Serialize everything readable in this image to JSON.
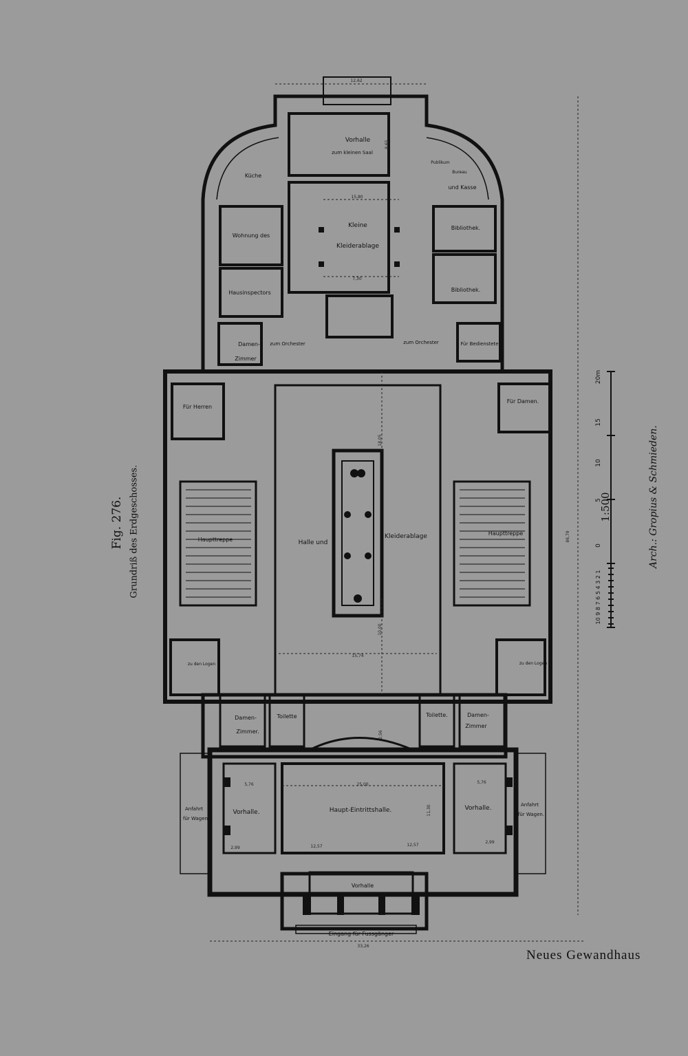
{
  "figure": {
    "label": "Fig. 276.",
    "subtitle": "Grundriß des Erdgeschosses.",
    "caption": "Neues Gewandhaus",
    "architect": "Arch.: Gropius & Schmieden.",
    "scale": "1:500",
    "scale_ticks": [
      "0",
      "5",
      "10",
      "15",
      "20m"
    ],
    "scale_small_ticks": "10 9 8 7 6 5 4 3 2 1"
  },
  "rooms": {
    "vorhalle_top": "Vorhalle",
    "vorhalle_top_sub": "zum kleinen Saal",
    "kueche": "Küche",
    "publikum": "Publikum",
    "bureau": "Bureau",
    "kasse": "und Kasse",
    "wohnung": "Wohnung des",
    "hausinspectors": "Hausinspectors",
    "kleine": "Kleine",
    "kleiderablage_top": "Kleiderablage",
    "bibliothek_1": "Bibliothek.",
    "bibliothek_2": "Bibliothek.",
    "damen_zimmer_tl": "Damen-",
    "damen_zimmer_tl_2": "Zimmer",
    "zum_orchester_l": "zum Orchester",
    "zum_orchester_r": "zum Orchester",
    "fuer_bedienstete": "Für Bedienstete",
    "fuer_herren": "Für Herren",
    "fuer_damen": "Für Damen.",
    "haupttreppe_l": "Haupttreppe",
    "haupttreppe_r": "Haupttreppe",
    "halle_und": "Halle und",
    "kleiderablage_main": "Kleiderablage",
    "zu_den_logen_l": "zu den Logen",
    "zu_den_logen_r": "zu den Logen",
    "damen_zimmer_bl": "Damen-",
    "damen_zimmer_bl_2": "Zimmer.",
    "toilette_l": "Toilette",
    "toilette_r": "Toilette.",
    "damen_zimmer_br": "Damen-",
    "damen_zimmer_br_2": "Zimmer",
    "anfahrt_l": "Anfahrt",
    "anfahrt_l_2": "für Wagen",
    "vorhalle_l": "Vorhalle.",
    "haupt_eintrittshalle": "Haupt-Eintrittshalle.",
    "vorhalle_r": "Vorhalle.",
    "anfahrt_r": "Anfahrt",
    "anfahrt_r_2": "für Wagen.",
    "vorhalle_bottom": "Vorhalle",
    "eingang": "Eingang für Fussgänger"
  },
  "dimensions": {
    "top_width": "12,62",
    "total_width": "33,26",
    "total_length": "86,79",
    "d_15_80": "15,80",
    "d_7_30": "7,30",
    "d_18_05": "18,05",
    "d_15_74": "15,74",
    "d_10_00": "10,00",
    "d_25_00": "25,00",
    "d_5_76_l": "5,76",
    "d_5_76_r": "5,76",
    "d_12_57_l": "12,57",
    "d_12_57_r": "12,57",
    "d_2_99_l": "2,99",
    "d_2_99_r": "2,99",
    "d_11_30": "11,30",
    "d_8_65": "8,65",
    "d_2_56": "2,56"
  }
}
